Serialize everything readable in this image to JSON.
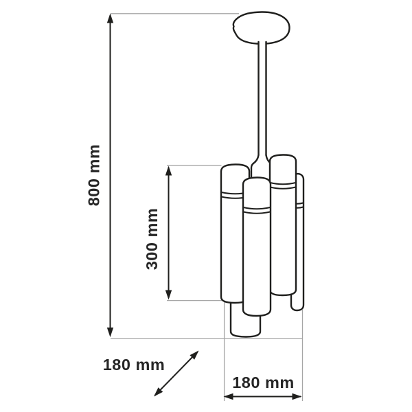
{
  "figure": {
    "type": "technical-dimension-drawing",
    "subject": "pendant lamp with five cylindrical shades on a ceiling canopy and suspension rod"
  },
  "colors": {
    "background": "#ffffff",
    "outline": "#1f1f1d",
    "dimension_line": "#1f1f1d",
    "extension_line": "#a6a6a6",
    "label_text": "#262626"
  },
  "dimensions": {
    "overall_height": {
      "label": "800 mm",
      "value": 800,
      "unit": "mm"
    },
    "shade_height": {
      "label": "300 mm",
      "value": 300,
      "unit": "mm"
    },
    "depth": {
      "label": "180 mm",
      "value": 180,
      "unit": "mm"
    },
    "width": {
      "label": "180 mm",
      "value": 180,
      "unit": "mm"
    }
  }
}
